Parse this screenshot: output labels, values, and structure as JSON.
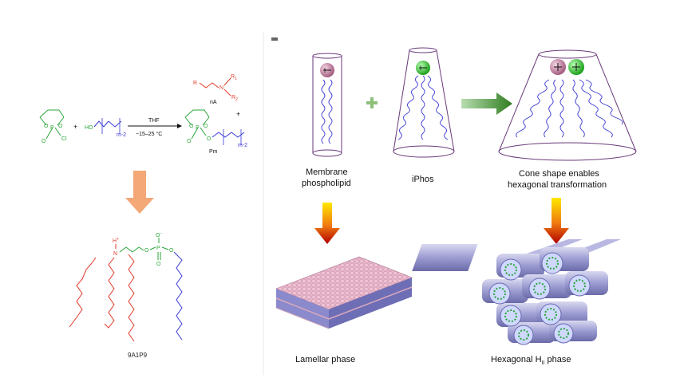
{
  "reaction": {
    "reagent_cl": "Cl",
    "reagent_o": "O",
    "reagent_p": "P",
    "plus": "+",
    "alcohol_ho": "HO",
    "alcohol_sub": "m-2",
    "thf": "THF",
    "temp": "−15–25 °C",
    "amine_r": "R",
    "amine_n": "N",
    "amine_r1": "R",
    "amine_r1_sub": "1",
    "amine_r2": "R",
    "amine_r2_sub": "2",
    "amine_label": "nA",
    "product_label": "Pm",
    "product_sub": "m-2"
  },
  "structure": {
    "h_plus": "H",
    "plus_sign": "+",
    "n": "N",
    "o_minus": "O",
    "minus": "−",
    "p": "P",
    "o": "O",
    "name": "9A1P9"
  },
  "diagram": {
    "membrane_label_1": "Membrane",
    "membrane_label_2": "phospholipid",
    "iphos_label": "iPhos",
    "cone_label_1": "Cone shape enables",
    "cone_label_2": "hexagonal transformation",
    "lamellar_label": "Lamellar phase",
    "hexagonal_label": "Hexagonal H",
    "hexagonal_sub": "II",
    "hexagonal_suffix": " phase"
  },
  "colors": {
    "green_chem": "#2aa63a",
    "blue_chain": "#3a3ad6",
    "red_chain": "#e23a2a",
    "pink_head": "#c98aa6",
    "green_head": "#3ad23a",
    "orange_arrow": "#f0a070",
    "green_arrow": "#3c8a2a"
  }
}
